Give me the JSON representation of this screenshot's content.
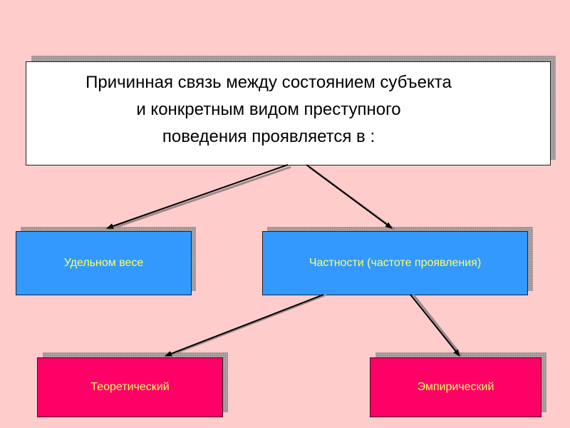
{
  "title": "Причинная связь между состоянием субъекта\nи конкретным видом преступного\n  поведения проявляется в :",
  "nodes": {
    "udelnom_vese": "Удельном весе",
    "chastnosti": "Частности (частоте проявления)",
    "teoreticheskiy": "Теоретический",
    "empiricheskiy": "Эмпирический"
  },
  "colors": {
    "background": "#ffcccc",
    "title_box": "#ffffff",
    "blue_box": "#3399ff",
    "red_box": "#ff0066",
    "box_text": "#ffff66",
    "arrow": "#000000"
  }
}
